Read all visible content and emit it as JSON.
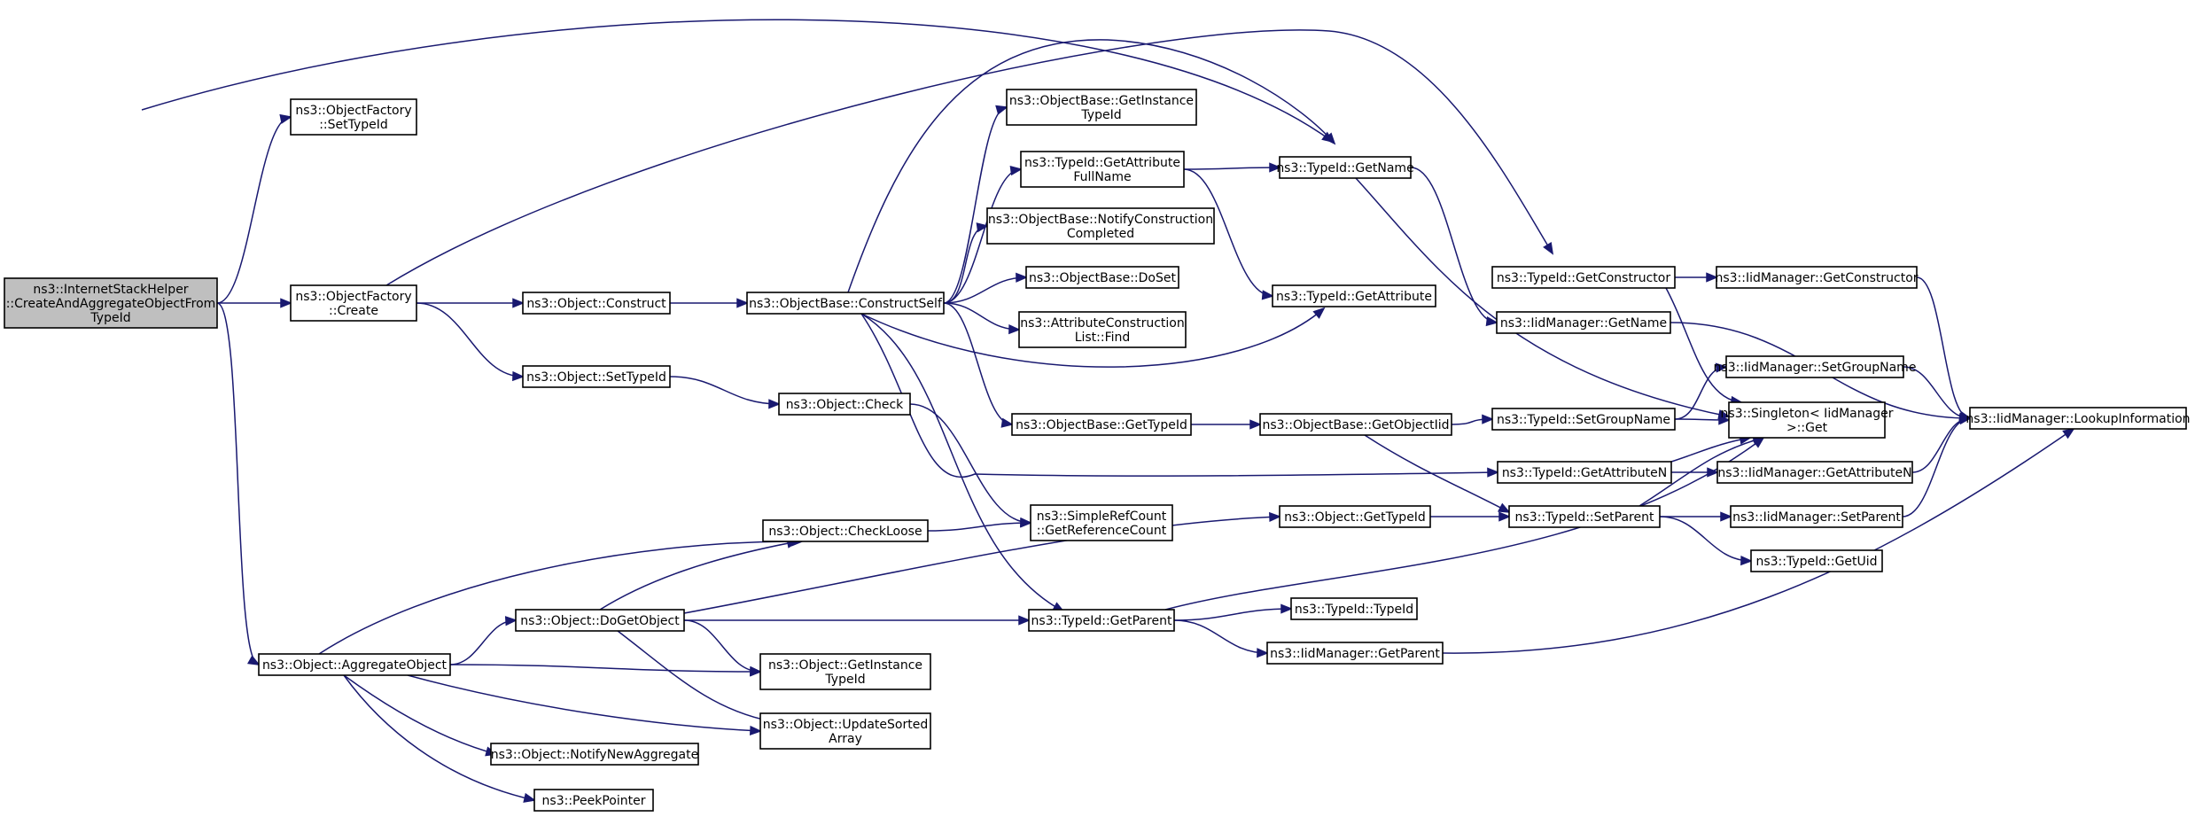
{
  "colors": {
    "edge": "#191970",
    "root_fill": "#bfbfbf",
    "node_fill": "#ffffff",
    "node_stroke": "#000000"
  },
  "nodes": {
    "n0": [
      "ns3::InternetStackHelper",
      "::CreateAndAggregateObjectFrom",
      "TypeId"
    ],
    "n1": [
      "ns3::ObjectFactory",
      "::SetTypeId"
    ],
    "n2": [
      "ns3::ObjectFactory",
      "::Create"
    ],
    "n3": [
      "ns3::Object::AggregateObject"
    ],
    "n4": [
      "ns3::TypeId::GetName"
    ],
    "n5": [
      "ns3::TypeId::GetConstructor"
    ],
    "n6": [
      "ns3::Object::Construct"
    ],
    "n7": [
      "ns3::Object::SetTypeId"
    ],
    "n8": [
      "ns3::ObjectBase::ConstructSelf"
    ],
    "n9": [
      "ns3::Object::Check"
    ],
    "n10": [
      "ns3::ObjectBase::GetInstance",
      "TypeId"
    ],
    "n11": [
      "ns3::TypeId::GetAttribute",
      "FullName"
    ],
    "n12": [
      "ns3::ObjectBase::NotifyConstruction",
      "Completed"
    ],
    "n13": [
      "ns3::ObjectBase::DoSet"
    ],
    "n14": [
      "ns3::AttributeConstruction",
      "List::Find"
    ],
    "n15": [
      "ns3::ObjectBase::GetTypeId"
    ],
    "n16": [
      "ns3::SimpleRefCount",
      "::GetReferenceCount"
    ],
    "n17": [
      "ns3::Object::CheckLoose"
    ],
    "n18": [
      "ns3::Object::DoGetObject"
    ],
    "n19": [
      "ns3::Object::GetInstance",
      "TypeId"
    ],
    "n20": [
      "ns3::Object::UpdateSorted",
      "Array"
    ],
    "n21": [
      "ns3::Object::NotifyNewAggregate"
    ],
    "n22": [
      "ns3::PeekPointer"
    ],
    "n23": [
      "ns3::TypeId::GetAttribute"
    ],
    "n24": [
      "ns3::ObjectBase::GetObjectIid"
    ],
    "n25": [
      "ns3::Object::GetTypeId"
    ],
    "n26": [
      "ns3::TypeId::GetParent"
    ],
    "n27": [
      "ns3::TypeId::TypeId"
    ],
    "n28": [
      "ns3::IidManager::GetParent"
    ],
    "n29": [
      "ns3::IidManager::GetName"
    ],
    "n30": [
      "ns3::TypeId::SetGroupName"
    ],
    "n31": [
      "ns3::TypeId::GetAttributeN"
    ],
    "n32": [
      "ns3::TypeId::SetParent"
    ],
    "n33": [
      "ns3::Singleton< IidManager",
      " >::Get"
    ],
    "n34": [
      "ns3::IidManager::GetConstructor"
    ],
    "n35": [
      "ns3::IidManager::SetGroupName"
    ],
    "n36": [
      "ns3::IidManager::GetAttributeN"
    ],
    "n37": [
      "ns3::IidManager::SetParent"
    ],
    "n38": [
      "ns3::TypeId::GetUid"
    ],
    "n39": [
      "ns3::IidManager::LookupInformation"
    ]
  },
  "edges": [
    [
      "n0",
      "n1"
    ],
    [
      "n0",
      "n2"
    ],
    [
      "n0",
      "n3"
    ],
    [
      "n1",
      "n4"
    ],
    [
      "n2",
      "n5"
    ],
    [
      "n2",
      "n6"
    ],
    [
      "n2",
      "n7"
    ],
    [
      "n6",
      "n8"
    ],
    [
      "n7",
      "n9"
    ],
    [
      "n8",
      "n10"
    ],
    [
      "n8",
      "n11"
    ],
    [
      "n8",
      "n4"
    ],
    [
      "n8",
      "n12"
    ],
    [
      "n8",
      "n13"
    ],
    [
      "n8",
      "n14"
    ],
    [
      "n8",
      "n23"
    ],
    [
      "n8",
      "n15"
    ],
    [
      "n8",
      "n31"
    ],
    [
      "n8",
      "n26"
    ],
    [
      "n11",
      "n4"
    ],
    [
      "n11",
      "n23"
    ],
    [
      "n9",
      "n16"
    ],
    [
      "n15",
      "n24"
    ],
    [
      "n24",
      "n30"
    ],
    [
      "n24",
      "n32"
    ],
    [
      "n3",
      "n17"
    ],
    [
      "n3",
      "n18"
    ],
    [
      "n3",
      "n19"
    ],
    [
      "n3",
      "n20"
    ],
    [
      "n3",
      "n21"
    ],
    [
      "n3",
      "n22"
    ],
    [
      "n18",
      "n17"
    ],
    [
      "n18",
      "n25"
    ],
    [
      "n18",
      "n26"
    ],
    [
      "n18",
      "n19"
    ],
    [
      "n18",
      "n20"
    ],
    [
      "n17",
      "n16"
    ],
    [
      "n25",
      "n32"
    ],
    [
      "n26",
      "n27"
    ],
    [
      "n26",
      "n28"
    ],
    [
      "n26",
      "n33"
    ],
    [
      "n4",
      "n29"
    ],
    [
      "n4",
      "n33"
    ],
    [
      "n5",
      "n34"
    ],
    [
      "n5",
      "n33"
    ],
    [
      "n29",
      "n39"
    ],
    [
      "n34",
      "n39"
    ],
    [
      "n30",
      "n35"
    ],
    [
      "n30",
      "n33"
    ],
    [
      "n31",
      "n36"
    ],
    [
      "n31",
      "n33"
    ],
    [
      "n32",
      "n37"
    ],
    [
      "n32",
      "n38"
    ],
    [
      "n32",
      "n33"
    ],
    [
      "n35",
      "n39"
    ],
    [
      "n36",
      "n39"
    ],
    [
      "n37",
      "n39"
    ],
    [
      "n28",
      "n39"
    ]
  ]
}
